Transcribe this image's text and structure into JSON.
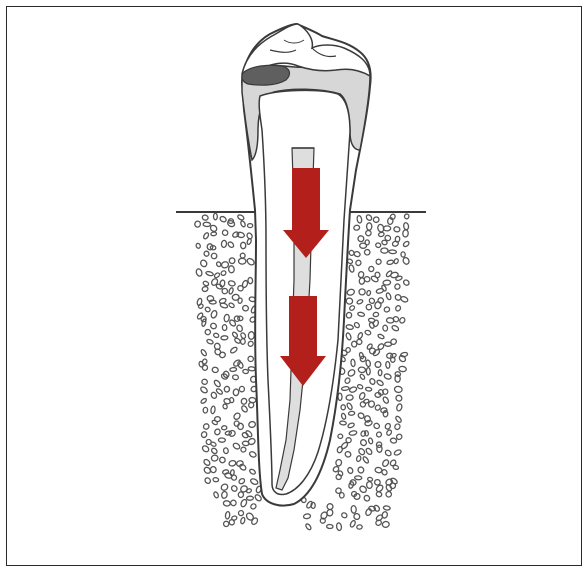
{
  "diagram": {
    "subject": "tooth-root-canal-cross-section",
    "arrow_direction": "down",
    "arrow_count": 2,
    "colors": {
      "outline": "#3a3a3a",
      "enamel": "#d7d7d7",
      "dentin": "#ffffff",
      "canal": "#dedede",
      "caries": "#5f5f5f",
      "arrow": "#b3201c",
      "bone_particle": "#555555"
    }
  }
}
